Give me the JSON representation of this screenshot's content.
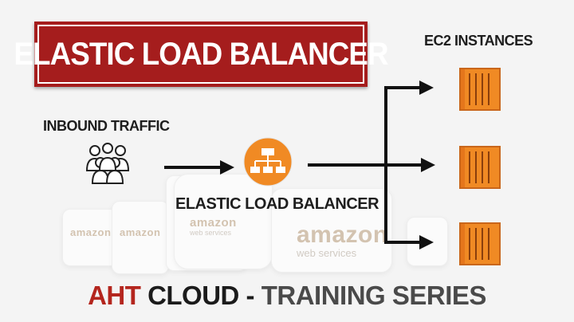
{
  "title": "ELASTIC LOAD BALANCER",
  "inbound_label": "INBOUND TRAFFIC",
  "elb_label": "ELASTIC LOAD BALANCER",
  "ec2_label": "EC2 INSTANCES",
  "footer": {
    "part1": "AHT",
    "part2": "CLOUD -",
    "part3": "TRAINING SERIES"
  },
  "watermark": {
    "brand": "amazon",
    "sub": "web services"
  },
  "colors": {
    "banner": "#a51d1d",
    "orange": "#f08a24",
    "orange_dark": "#c9661a",
    "footer_red": "#b4261e",
    "footer_dark": "#1b1b1b",
    "footer_grey": "#4a4a4a"
  },
  "icons": [
    "users-icon",
    "load-balancer-icon",
    "ec2-instance-icon"
  ]
}
